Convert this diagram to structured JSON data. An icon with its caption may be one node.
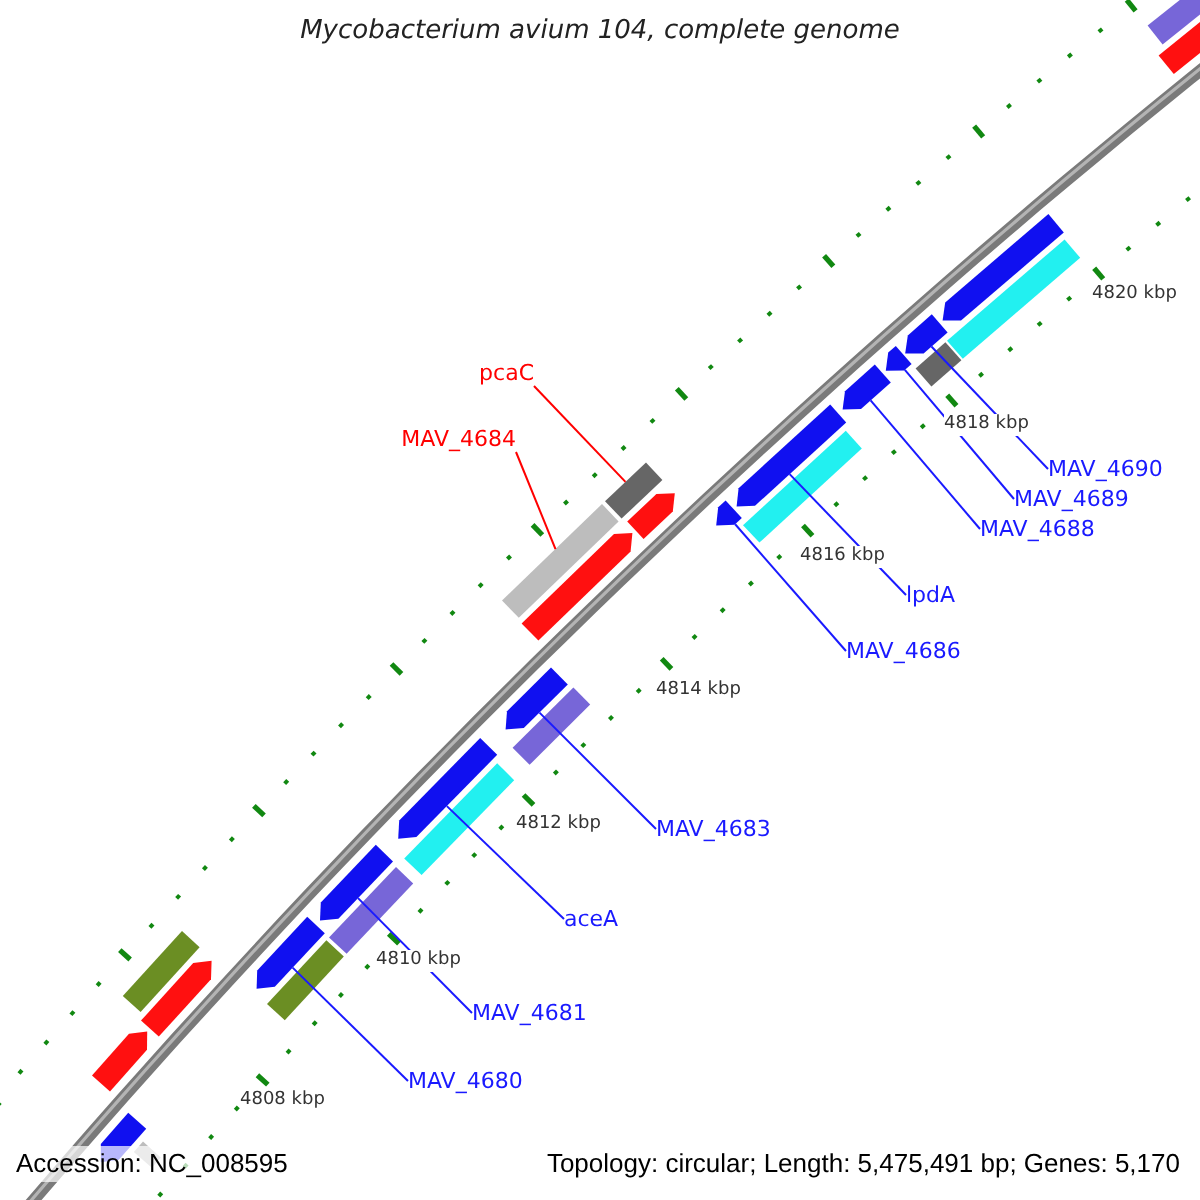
{
  "diagram": {
    "title": "Mycobacterium avium 104, complete genome",
    "nodes": [
      {
        "text": [
          "pcaC"
        ]
      },
      {
        "text": [
          "MAV_4684"
        ]
      },
      {
        "text": [
          "MAV_4690"
        ]
      },
      {
        "text": [
          "MAV_4689"
        ]
      },
      {
        "text": [
          "MAV_4688"
        ]
      },
      {
        "text": [
          "lpdA"
        ]
      },
      {
        "text": [
          "MAV_4686"
        ]
      },
      {
        "text": [
          "MAV_4683"
        ]
      },
      {
        "text": [
          "aceA"
        ]
      },
      {
        "text": [
          "MAV_4681"
        ]
      },
      {
        "text": [
          "MAV_4680"
        ]
      },
      {
        "text": [],
        "shape": "bar"
      },
      {
        "text": [],
        "shape": "pentagon"
      },
      {
        "text": [],
        "shape": "pentagon"
      },
      {
        "text": [],
        "shape": "bar"
      },
      {
        "text": [],
        "shape": "pentagon"
      },
      {
        "text": [],
        "shape": "pentagon"
      },
      {
        "text": [],
        "shape": "bar"
      },
      {
        "text": [],
        "shape": "pentagon"
      },
      {
        "text": [],
        "shape": "pentagon"
      },
      {
        "text": [],
        "shape": "bar"
      },
      {
        "text": [],
        "shape": "bar"
      },
      {
        "text": [],
        "shape": "pentagon"
      },
      {
        "text": [],
        "shape": "pentagon"
      },
      {
        "text": [],
        "shape": "bar"
      },
      {
        "text": [],
        "shape": "pentagon"
      },
      {
        "text": [],
        "shape": "pentagon"
      },
      {
        "text": [],
        "shape": "bar"
      },
      {
        "text": [],
        "shape": "pentagon"
      },
      {
        "text": [],
        "shape": "bar"
      },
      {
        "text": [],
        "shape": "pentagon"
      },
      {
        "text": [],
        "shape": "bar"
      },
      {
        "text": [],
        "shape": "pentagon"
      },
      {
        "text": [],
        "shape": "bar"
      },
      {
        "text": [],
        "shape": "bar"
      },
      {
        "text": [],
        "shape": "pentagon"
      },
      {
        "text": [],
        "shape": "pentagon"
      },
      {
        "text": [],
        "shape": "pentagon"
      },
      {
        "text": [],
        "shape": "bar"
      }
    ],
    "edges": [
      {
        "from": 0,
        "to": 21,
        "arrow": "none",
        "color": "#ff0000"
      },
      {
        "from": 1,
        "to": 24,
        "arrow": "none",
        "color": "#ff0000"
      },
      {
        "from": 2,
        "to": 15,
        "arrow": "none"
      },
      {
        "from": 3,
        "to": 16,
        "arrow": "none"
      },
      {
        "from": 4,
        "to": 18,
        "arrow": "none"
      },
      {
        "from": 5,
        "to": 19,
        "arrow": "none"
      },
      {
        "from": 6,
        "to": 23,
        "arrow": "none"
      },
      {
        "from": 7,
        "to": 26,
        "arrow": "none"
      },
      {
        "from": 8,
        "to": 28,
        "arrow": "none"
      },
      {
        "from": 9,
        "to": 30,
        "arrow": "none"
      },
      {
        "from": 10,
        "to": 32,
        "arrow": "none"
      }
    ],
    "labels": [
      "4820 kbp",
      "4818 kbp",
      "4816 kbp",
      "4814 kbp",
      "4812 kbp",
      "4810 kbp",
      "4808 kbp",
      "Accession: NC_008595",
      "Topology: circular; Length: 5,475,491 bp; Genes: 5,170"
    ]
  }
}
